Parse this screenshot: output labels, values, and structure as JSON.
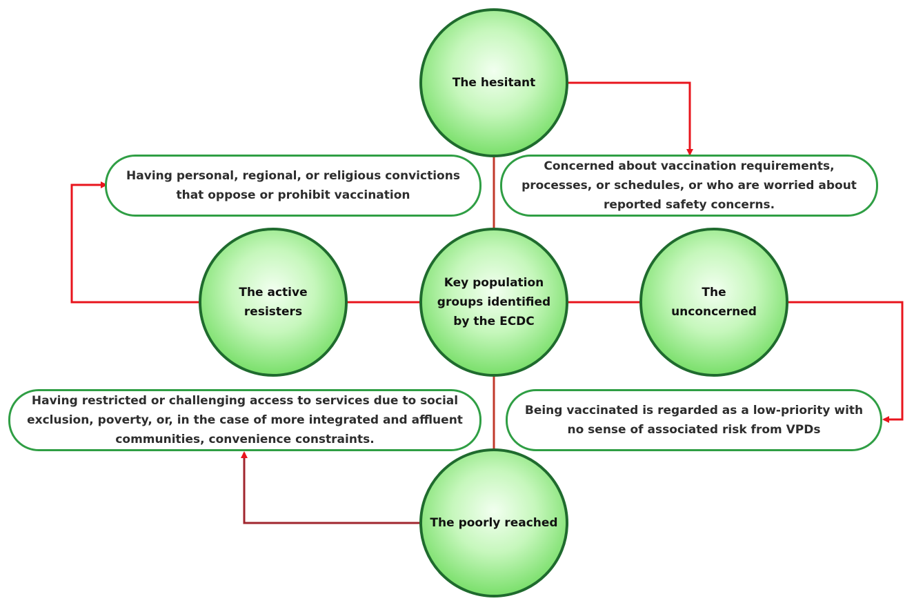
{
  "colors": {
    "connector": "#e8141c",
    "circle_border": "#1f6b2e",
    "circle_fill": "#7de06e",
    "pill_border": "#2f9e44"
  },
  "center": {
    "label": "Key population groups identified by the ECDC"
  },
  "groups": {
    "hesitant": {
      "label": "The hesitant"
    },
    "active_resisters": {
      "label": "The active resisters"
    },
    "unconcerned": {
      "label": "The unconcerned"
    },
    "poorly_reached": {
      "label": "The poorly reached"
    }
  },
  "descriptions": {
    "hesitant": "Concerned about vaccination requirements, processes, or schedules, or who are worried about reported safety concerns.",
    "active_resisters": "Having personal, regional, or religious convictions that oppose or prohibit vaccination",
    "unconcerned": "Being vaccinated is regarded as a low-priority with no sense of associated risk from VPDs",
    "poorly_reached": "Having restricted or challenging access to services due to social exclusion, poverty, or, in the case of more integrated and affluent communities, convenience constraints."
  }
}
